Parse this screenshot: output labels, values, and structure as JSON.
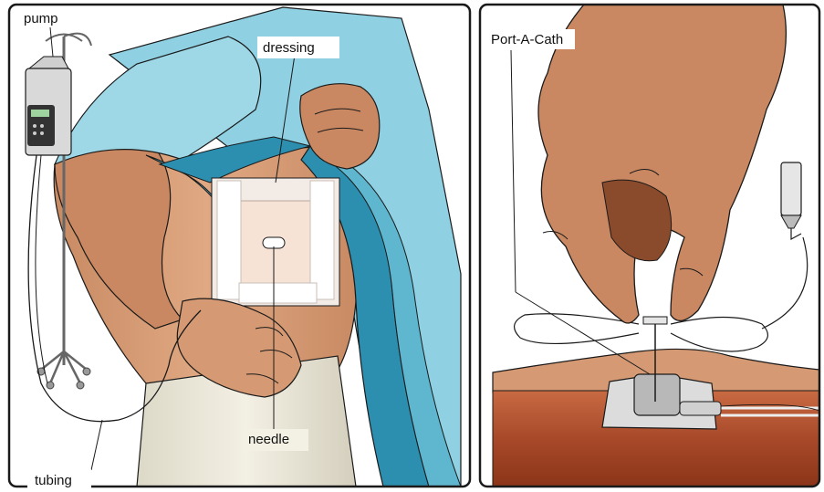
{
  "left_panel": {
    "labels": {
      "pump": "pump",
      "dressing": "dressing",
      "needle": "needle",
      "tubing": "tubing"
    }
  },
  "right_panel": {
    "labels": {
      "port": "Port-A-Cath"
    }
  },
  "colors": {
    "panel_bg": "#ffffff",
    "skin": "#d59a74",
    "skin_dark": "#b8774f",
    "gown_light": "#9ed8e6",
    "gown_mid": "#5fb6cf",
    "gown_dark": "#2d8fb0",
    "tissue": "#9b3f1f",
    "dressing": "#f3ece6",
    "outline": "#1a1a1a"
  },
  "icons": [
    "iv-pole-icon",
    "infusion-pump-icon",
    "syringe-icon",
    "hand-icon",
    "port-device-icon"
  ]
}
